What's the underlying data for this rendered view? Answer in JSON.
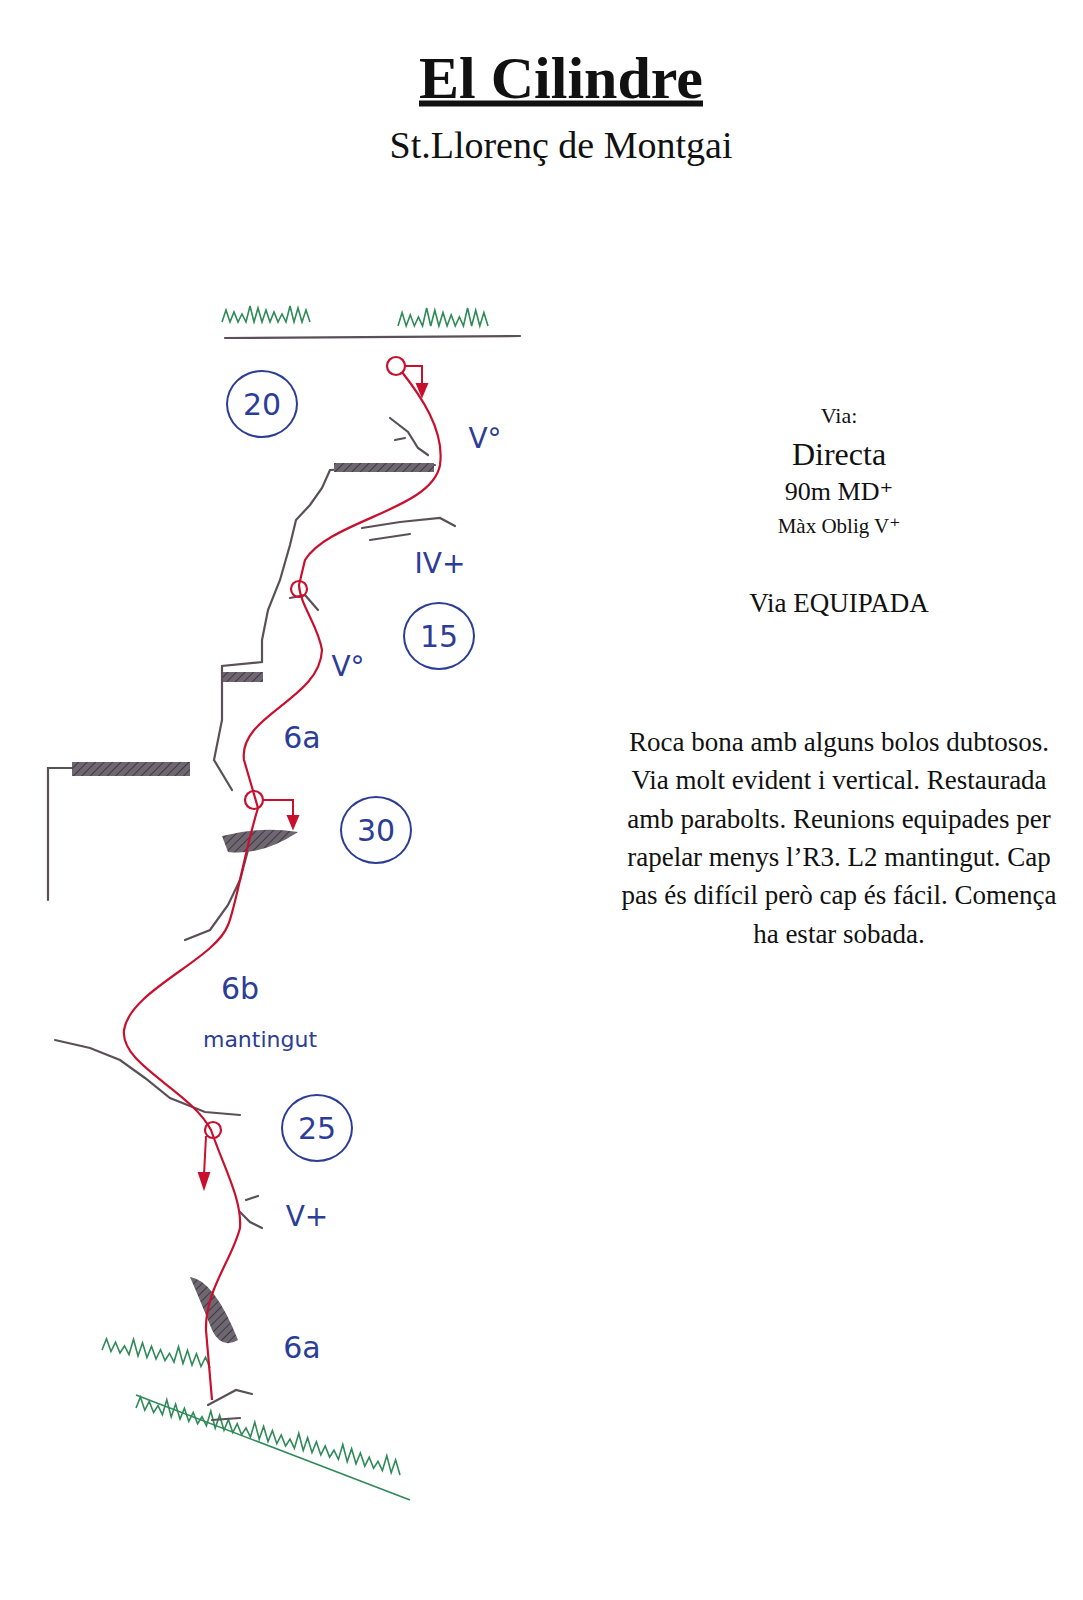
{
  "diagram": {
    "title": "El Cilindre",
    "nodes": [
      {
        "text": [
          "20"
        ]
      },
      {
        "text": [
          "15"
        ]
      },
      {
        "text": [
          "30"
        ]
      },
      {
        "text": [
          "25"
        ]
      }
    ],
    "labels": [
      "St.Llorenç de Montgai",
      "Via:",
      "Directa",
      "90m MD⁺",
      "Màx Oblig V⁺",
      "Via EQUIPADA",
      "Roca bona amb alguns bolos dubtosos. Via molt evident i vertical. Restaurada amb parabolts. Reunions equipades per rapelar menys l’R3. L2 mantingut. Cap pas és difícil però cap és fácil. Comença ha estar sobada.",
      "V°",
      "IV+",
      "V°",
      "6a",
      "6b",
      "mantingut",
      "V+",
      "6a"
    ]
  }
}
